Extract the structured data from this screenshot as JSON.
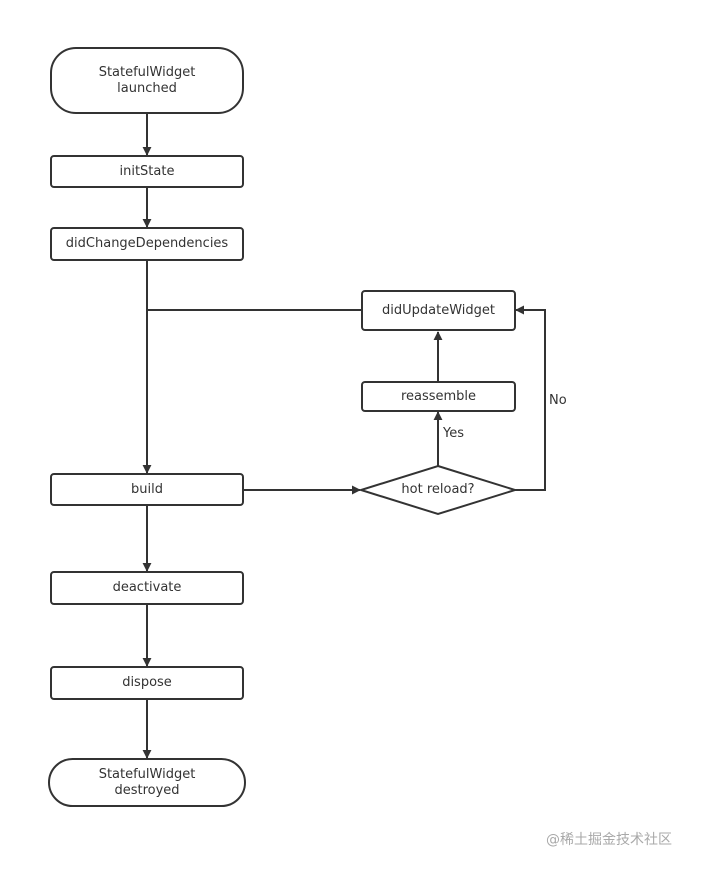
{
  "nodes": {
    "start": "StatefulWidget\nlaunched",
    "init_state": "initState",
    "did_change_dependencies": "didChangeDependencies",
    "did_update_widget": "didUpdateWidget",
    "reassemble": "reassemble",
    "build": "build",
    "hot_reload": "hot reload?",
    "deactivate": "deactivate",
    "dispose": "dispose",
    "end": "StatefulWidget\ndestroyed"
  },
  "edges": {
    "yes_label": "Yes",
    "no_label": "No"
  },
  "watermark": "@稀土掘金技术社区",
  "colors": {
    "stroke": "#333333",
    "background": "#ffffff",
    "watermark": "#a9a9a9"
  }
}
